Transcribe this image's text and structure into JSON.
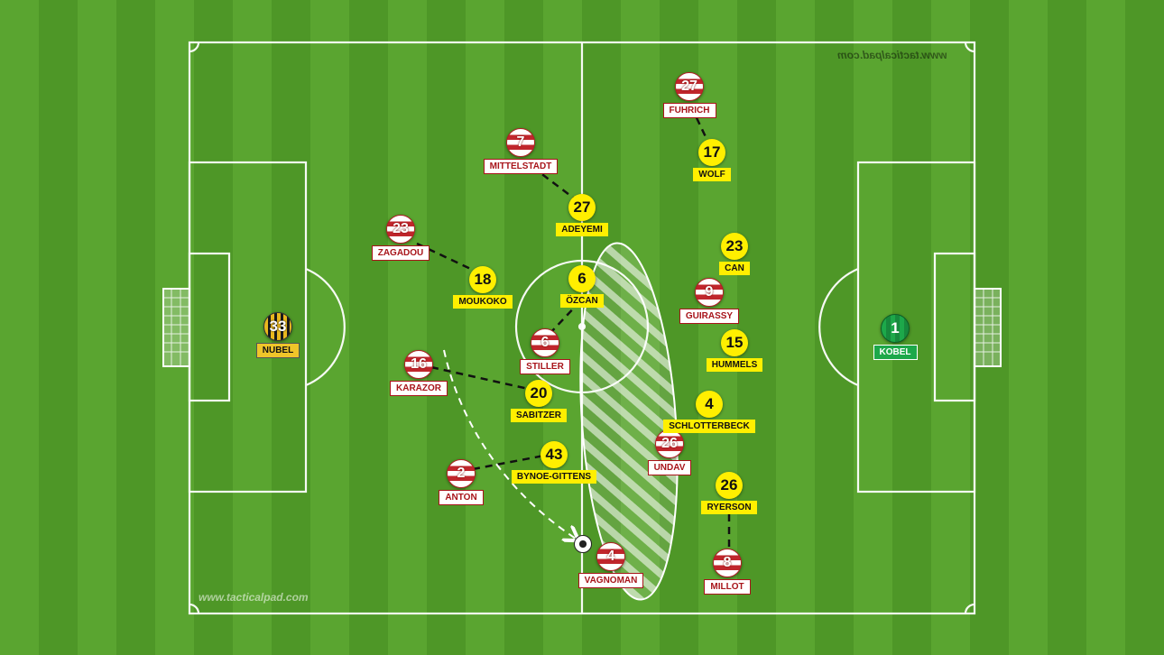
{
  "watermark_top": "www.tacticalpad.com",
  "watermark_bottom": "www.tacticalpad.com",
  "colors": {
    "pitch_light": "#5aa530",
    "pitch_dark": "#4e9727",
    "home": "#ffef00",
    "away": "#c0262c"
  },
  "players": {
    "nubel": {
      "number": "33",
      "name": "NUBEL"
    },
    "kobel": {
      "number": "1",
      "name": "KOBEL"
    },
    "fuhrich": {
      "number": "27",
      "name": "FUHRICH"
    },
    "wolf": {
      "number": "17",
      "name": "WOLF"
    },
    "mittelstadt": {
      "number": "7",
      "name": "MITTELSTADT"
    },
    "adeyemi": {
      "number": "27",
      "name": "ADEYEMI"
    },
    "zagadou": {
      "number": "23",
      "name": "ZAGADOU"
    },
    "moukoko": {
      "number": "18",
      "name": "MOUKOKO"
    },
    "ozcan": {
      "number": "6",
      "name": "ÖZCAN"
    },
    "stiller": {
      "number": "6",
      "name": "STILLER"
    },
    "can": {
      "number": "23",
      "name": "CAN"
    },
    "guirassy": {
      "number": "9",
      "name": "GUIRASSY"
    },
    "hummels": {
      "number": "15",
      "name": "HUMMELS"
    },
    "karazor": {
      "number": "16",
      "name": "KARAZOR"
    },
    "sabitzer": {
      "number": "20",
      "name": "SABITZER"
    },
    "schlotterbeck": {
      "number": "4",
      "name": "SCHLOTTERBECK"
    },
    "bynoe": {
      "number": "43",
      "name": "BYNOE-GITTENS"
    },
    "undav": {
      "number": "26",
      "name": "UNDAV"
    },
    "anton": {
      "number": "2",
      "name": "ANTON"
    },
    "ryerson": {
      "number": "26",
      "name": "RYERSON"
    },
    "vagnoman": {
      "number": "4",
      "name": "VAGNOMAN"
    },
    "millot": {
      "number": "8",
      "name": "MILLOT"
    }
  }
}
